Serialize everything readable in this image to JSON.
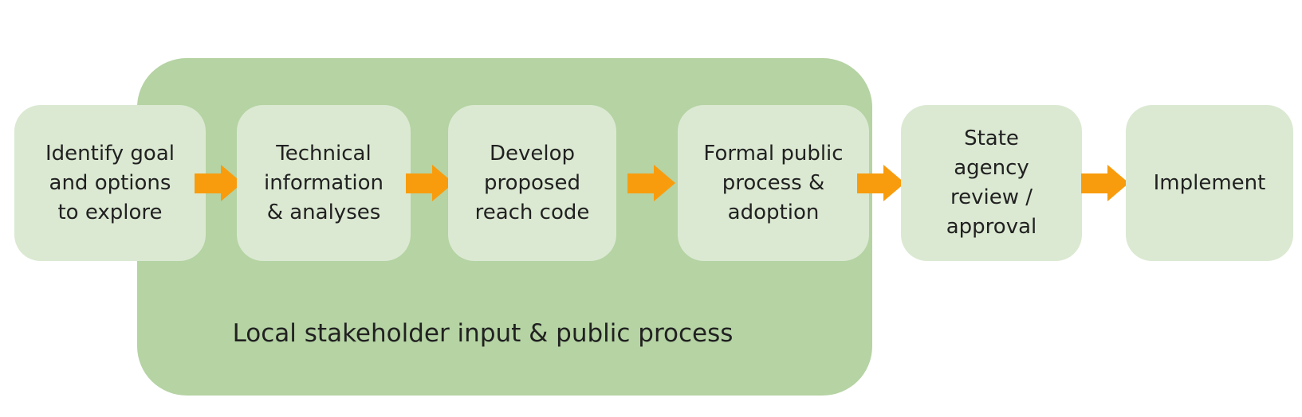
{
  "colors": {
    "container_green": "#b5d3a3",
    "box_green": "#dbe9d2",
    "arrow_orange": "#f89c0d",
    "text_dark": "#212121"
  },
  "process": {
    "group_label": "Local stakeholder input & public process",
    "steps": [
      {
        "label": "Identify goal\nand options\nto explore"
      },
      {
        "label": "Technical\ninformation\n& analyses"
      },
      {
        "label": "Develop\nproposed\nreach code"
      },
      {
        "label": "Formal public\nprocess &\nadoption"
      },
      {
        "label": "State\nagency\nreview /\napproval"
      },
      {
        "label": "Implement"
      }
    ]
  }
}
